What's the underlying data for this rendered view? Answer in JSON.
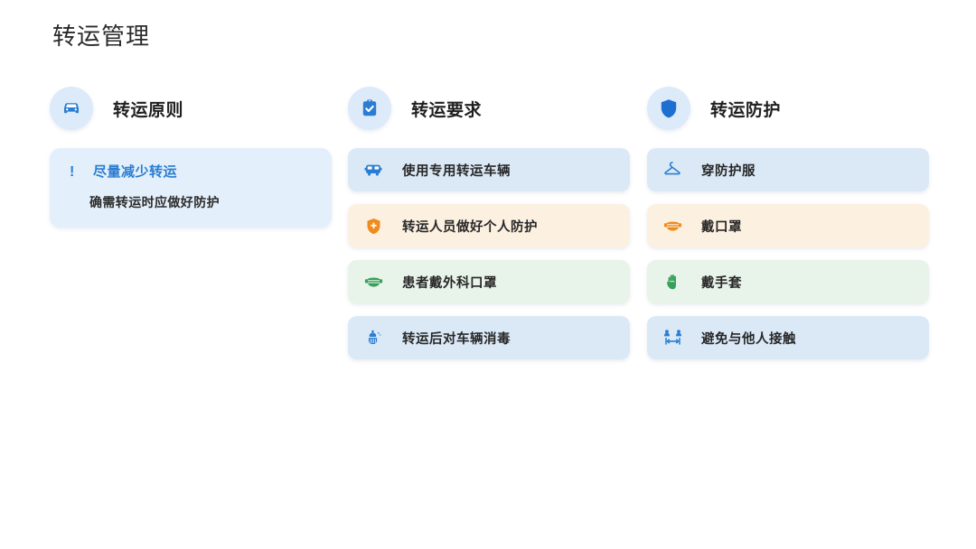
{
  "page": {
    "title": "转运管理",
    "background": "#ffffff"
  },
  "colors": {
    "blue_card": "#dbe9f7",
    "orange_card": "#fcf0e1",
    "green_card": "#e8f3ea",
    "principle_card": "#e3effa",
    "blue_icon": "#2a7dd2",
    "orange_icon": "#ef8c1f",
    "green_icon": "#38a05a",
    "header_circle": "#dceafa",
    "title_text": "#2b2b2b"
  },
  "columns": [
    {
      "id": "principles",
      "icon": "car-icon",
      "header": "转运原则",
      "type": "principle",
      "principle": {
        "marker": "!",
        "title": "尽量减少转运",
        "subtitle": "确需转运时应做好防护"
      }
    },
    {
      "id": "requirements",
      "icon": "clipboard-check-icon",
      "header": "转运要求",
      "type": "list",
      "items": [
        {
          "label": "使用专用转运车辆",
          "icon": "bus-icon",
          "tone": "blue"
        },
        {
          "label": "转运人员做好个人防护",
          "icon": "shield-cross-icon",
          "tone": "orange"
        },
        {
          "label": "患者戴外科口罩",
          "icon": "mask-icon",
          "tone": "green"
        },
        {
          "label": "转运后对车辆消毒",
          "icon": "spray-clean-icon",
          "tone": "blue"
        }
      ]
    },
    {
      "id": "protection",
      "icon": "shield-icon",
      "header": "转运防护",
      "type": "list",
      "items": [
        {
          "label": "穿防护服",
          "icon": "gown-hanger-icon",
          "tone": "blue"
        },
        {
          "label": "戴口罩",
          "icon": "mask-icon",
          "tone": "orange"
        },
        {
          "label": "戴手套",
          "icon": "glove-hand-icon",
          "tone": "green"
        },
        {
          "label": "避免与他人接触",
          "icon": "social-distance-icon",
          "tone": "blue"
        }
      ]
    }
  ]
}
